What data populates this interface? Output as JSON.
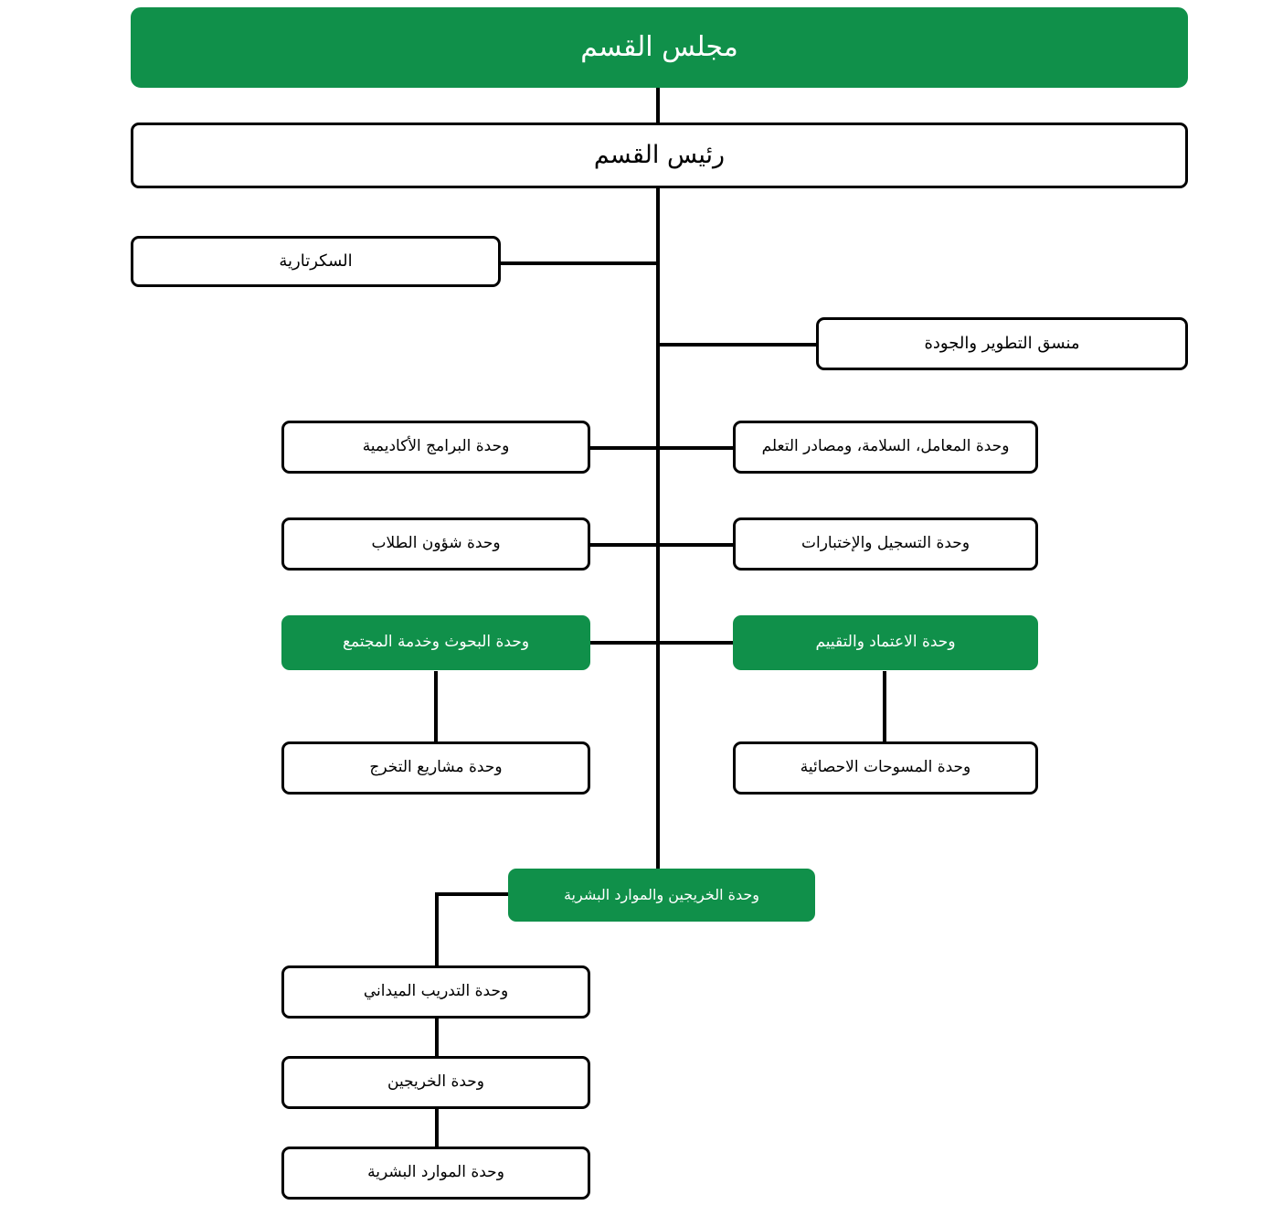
{
  "chart": {
    "title_node": {
      "id": "department-council",
      "label": "مجلس القسم",
      "style": "green"
    },
    "head_node": {
      "id": "department-head",
      "label": "رئيس القسم",
      "style": "white"
    },
    "staff_nodes": [
      {
        "id": "secretariat",
        "label": "السكرتارية",
        "style": "white",
        "side": "left"
      },
      {
        "id": "quality-development-coordinator",
        "label": "منسق التطوير والجودة",
        "style": "white",
        "side": "right"
      }
    ],
    "unit_rows": [
      {
        "left": {
          "id": "academic-programs-unit",
          "label": "وحدة البرامج الأكاديمية",
          "style": "white"
        },
        "right": {
          "id": "labs-safety-learning-resources-unit",
          "label": "وحدة المعامل، السلامة، ومصادر التعلم",
          "style": "white"
        }
      },
      {
        "left": {
          "id": "student-affairs-unit",
          "label": "وحدة شؤون الطلاب",
          "style": "white"
        },
        "right": {
          "id": "registration-exams-unit",
          "label": "وحدة التسجيل والإختبارات",
          "style": "white"
        }
      },
      {
        "left": {
          "id": "research-community-service-unit",
          "label": "وحدة البحوث وخدمة المجتمع",
          "style": "green"
        },
        "right": {
          "id": "accreditation-evaluation-unit",
          "label": "وحدة الاعتماد والتقييم",
          "style": "green"
        }
      },
      {
        "left": {
          "id": "graduation-projects-unit",
          "label": "وحدة مشاريع التخرج",
          "style": "white"
        },
        "right": {
          "id": "statistical-surveys-unit",
          "label": "وحدة المسوحات الاحصائية",
          "style": "white"
        }
      }
    ],
    "hr_branch": {
      "parent": {
        "id": "graduates-human-resources-unit",
        "label": "وحدة الخريجين والموارد البشرية",
        "style": "green"
      },
      "children": [
        {
          "id": "field-training-unit",
          "label": "وحدة التدريب الميداني",
          "style": "white"
        },
        {
          "id": "graduates-unit",
          "label": "وحدة الخريجين",
          "style": "white"
        },
        {
          "id": "human-resources-unit",
          "label": "وحدة الموارد البشرية",
          "style": "white"
        }
      ]
    },
    "colors": {
      "accent_green": "#10904A",
      "line_black": "#000000",
      "box_white": "#FFFFFF"
    }
  }
}
